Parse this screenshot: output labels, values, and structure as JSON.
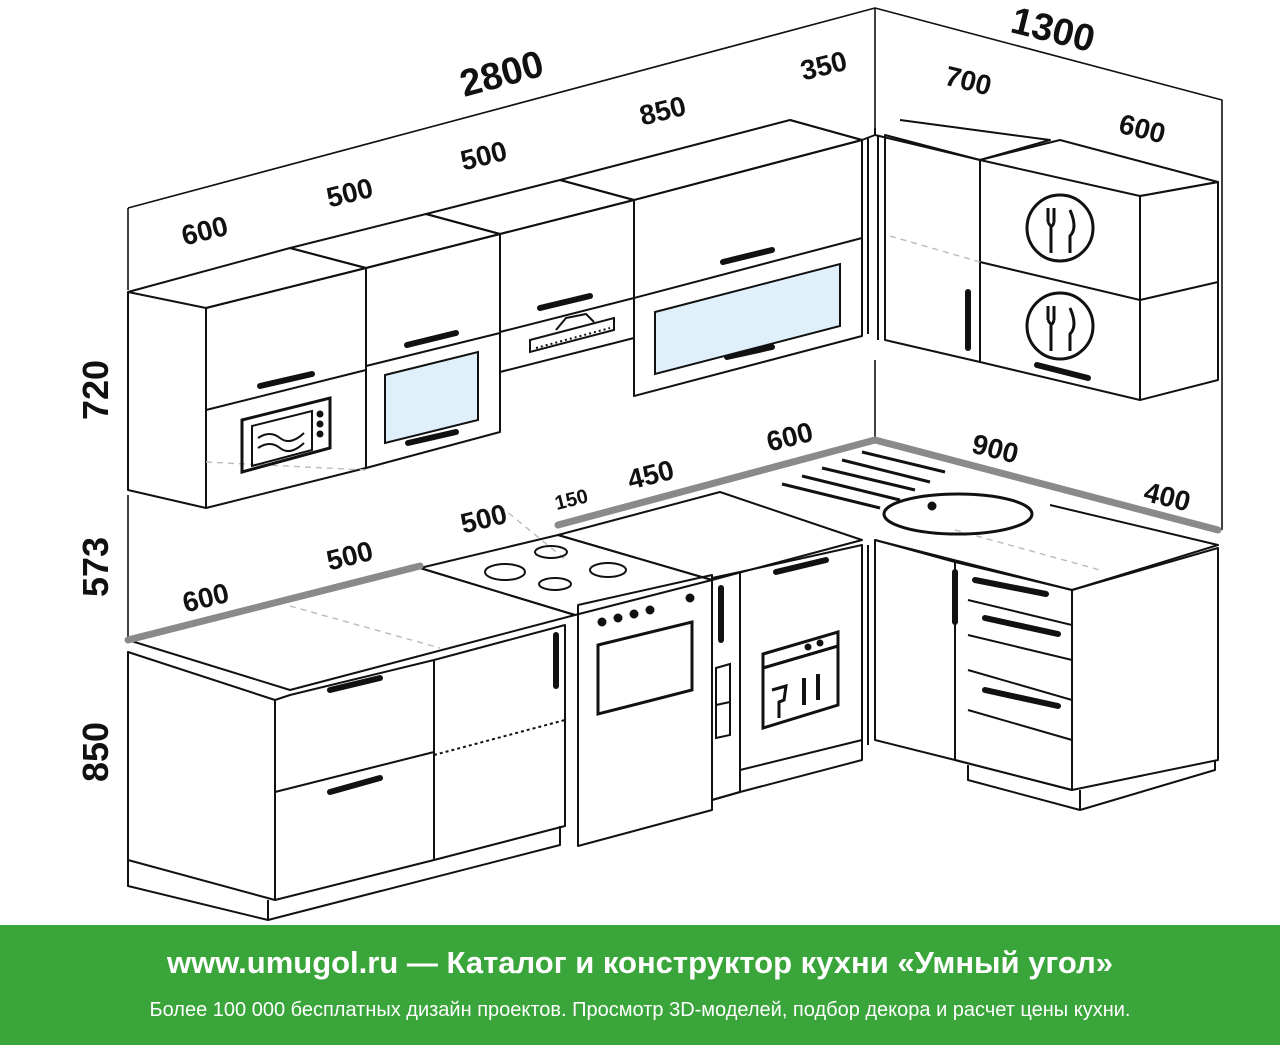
{
  "dimensions": {
    "upper_total": "2800",
    "corner_total": "1300",
    "upper_600": "600",
    "upper_500a": "500",
    "upper_500b": "500",
    "upper_850": "850",
    "upper_350": "350",
    "corner_upper_700": "700",
    "corner_upper_600": "600",
    "height_upper": "720",
    "height_gap": "573",
    "height_base": "850",
    "base_600": "600",
    "base_500a": "500",
    "base_500b": "500",
    "base_150": "150",
    "base_450": "450",
    "base_600b": "600",
    "corner_base_900": "900",
    "corner_base_400": "400"
  },
  "banner": {
    "site": "www.umugol.ru",
    "separator": " — ",
    "title": "Каталог и конструктор кухни «Умный угол»",
    "subtitle": "Более 100 000 бесплатных дизайн проектов. Просмотр 3D-моделей, подбор декора и расчет цены кухни."
  },
  "colors": {
    "banner_bg": "#3aa53a",
    "countertop_edge": "#8a8a8a",
    "glass": "#dff0fb"
  },
  "icons": [
    "microwave-icon",
    "range-hood-icon",
    "cooktop-icon",
    "oven-icon",
    "dishwasher-icon",
    "sink-icon",
    "plate-cutlery-icon",
    "bottle-icon"
  ]
}
